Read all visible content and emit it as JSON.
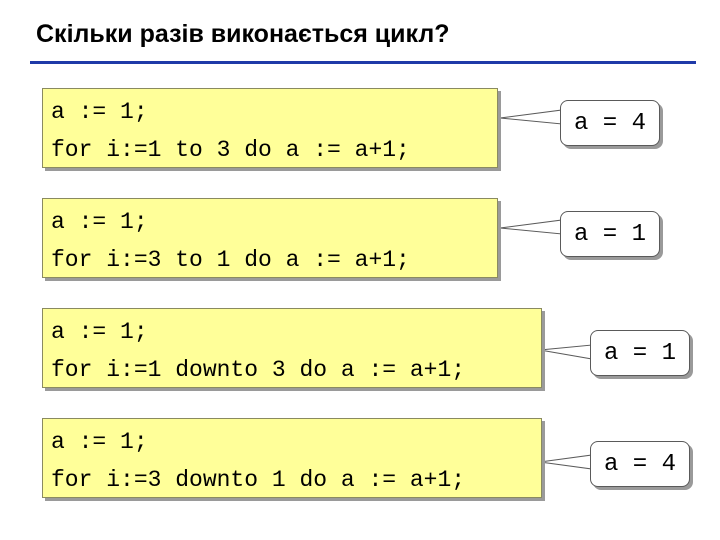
{
  "title": "Скільки разів виконається цикл?",
  "colors": {
    "rule": "#1f3aa8",
    "code_bg": "#ffff99",
    "callout_bg": "#ffffff"
  },
  "examples": [
    {
      "line1": "a := 1;",
      "line2": "for i:=1 to 3 do a := a+1;",
      "answer": "a = 4"
    },
    {
      "line1": "a := 1;",
      "line2": "for i:=3 to 1 do a := a+1;",
      "answer": "a = 1"
    },
    {
      "line1": "a := 1;",
      "line2": "for i:=1 downto 3 do a := a+1;",
      "answer": "a = 1"
    },
    {
      "line1": "a := 1;",
      "line2": "for i:=3 downto 1 do a := a+1;",
      "answer": "a = 4"
    }
  ]
}
